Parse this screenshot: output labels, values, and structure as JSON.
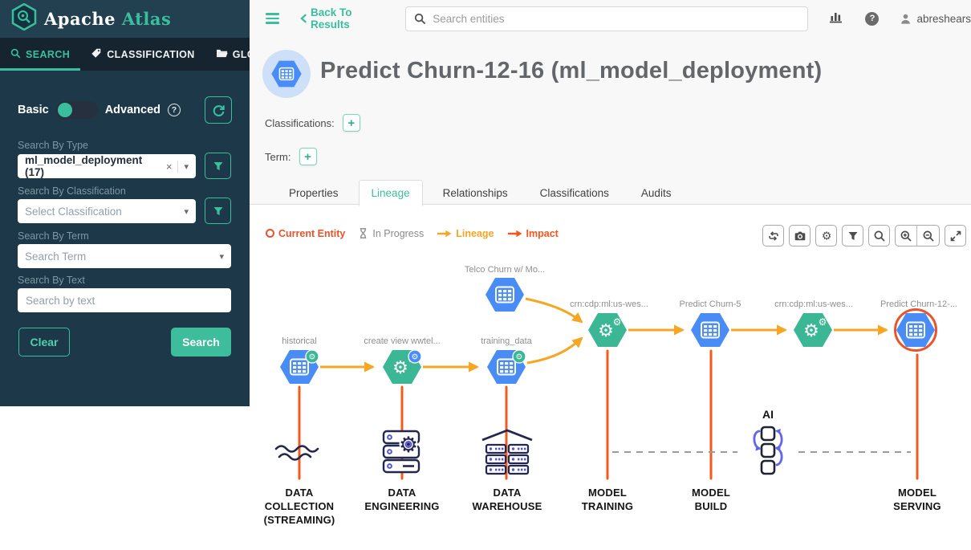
{
  "app": {
    "name_part1": "Apache",
    "name_part2": "Atlas"
  },
  "colors": {
    "accent_teal": "#3abf9e",
    "sidebar_bg": "#1d3848",
    "node_blue": "#4a8cf5",
    "node_green": "#3bb795",
    "lineage_orange": "#f5a623",
    "impact_red": "#f3571f",
    "current_entity_red": "#e8542e"
  },
  "icons": {
    "plus": "+",
    "close": "×",
    "caret_down": "▾",
    "question": "?"
  },
  "sidebar": {
    "nav": {
      "search": "SEARCH",
      "classification": "CLASSIFICATION",
      "glossary": "GLOSSARY"
    },
    "mode": {
      "basic": "Basic",
      "advanced": "Advanced"
    },
    "type": {
      "label": "Search By Type",
      "value": "ml_model_deployment (17)"
    },
    "classification": {
      "label": "Search By Classification",
      "placeholder": "Select Classification"
    },
    "term": {
      "label": "Search By Term",
      "placeholder": "Search Term"
    },
    "text": {
      "label": "Search By Text",
      "placeholder": "Search by text"
    },
    "clear_button": "Clear",
    "search_button": "Search"
  },
  "topbar": {
    "back_link": "Back To Results",
    "search_placeholder": "Search entities",
    "username": "abreshears"
  },
  "entity": {
    "title": "Predict Churn-12-16 (ml_model_deployment)",
    "classifications_label": "Classifications:",
    "term_label": "Term:"
  },
  "tabs": {
    "properties": "Properties",
    "lineage": "Lineage",
    "relationships": "Relationships",
    "classifications": "Classifications",
    "audits": "Audits"
  },
  "legend": {
    "current_entity": "Current Entity",
    "in_progress": "In Progress",
    "lineage": "Lineage",
    "impact": "Impact"
  },
  "toolbar_icons": [
    "refresh",
    "camera",
    "settings",
    "filter",
    "search",
    "zoom-in",
    "zoom-out",
    "fullscreen"
  ],
  "graph": {
    "nodes": [
      {
        "id": "telco-churn",
        "label": "Telco Churn w/ Mo...",
        "type": "dataset"
      },
      {
        "id": "historical",
        "label": "historical",
        "type": "dataset"
      },
      {
        "id": "create-view",
        "label": "create view wwtel...",
        "type": "process"
      },
      {
        "id": "training-data",
        "label": "training_data",
        "type": "dataset"
      },
      {
        "id": "process-1",
        "label": "crn:cdp:ml:us-wes...",
        "type": "process"
      },
      {
        "id": "predict-churn-5",
        "label": "Predict Churn-5",
        "type": "dataset"
      },
      {
        "id": "process-2",
        "label": "crn:cdp:ml:us-wes...",
        "type": "process"
      },
      {
        "id": "predict-churn-12",
        "label": "Predict Churn-12-...",
        "type": "dataset",
        "current": true
      }
    ],
    "ai_label": "AI",
    "stages": [
      {
        "label": "DATA\nCOLLECTION\n(STREAMING)",
        "icon": "waves-icon"
      },
      {
        "label": "DATA\nENGINEERING",
        "icon": "server-gear-icon"
      },
      {
        "label": "DATA\nWAREHOUSE",
        "icon": "warehouse-icon"
      },
      {
        "label": "MODEL\nTRAINING"
      },
      {
        "label": "MODEL\nBUILD"
      },
      {
        "label": "MODEL\nSERVING"
      }
    ]
  }
}
